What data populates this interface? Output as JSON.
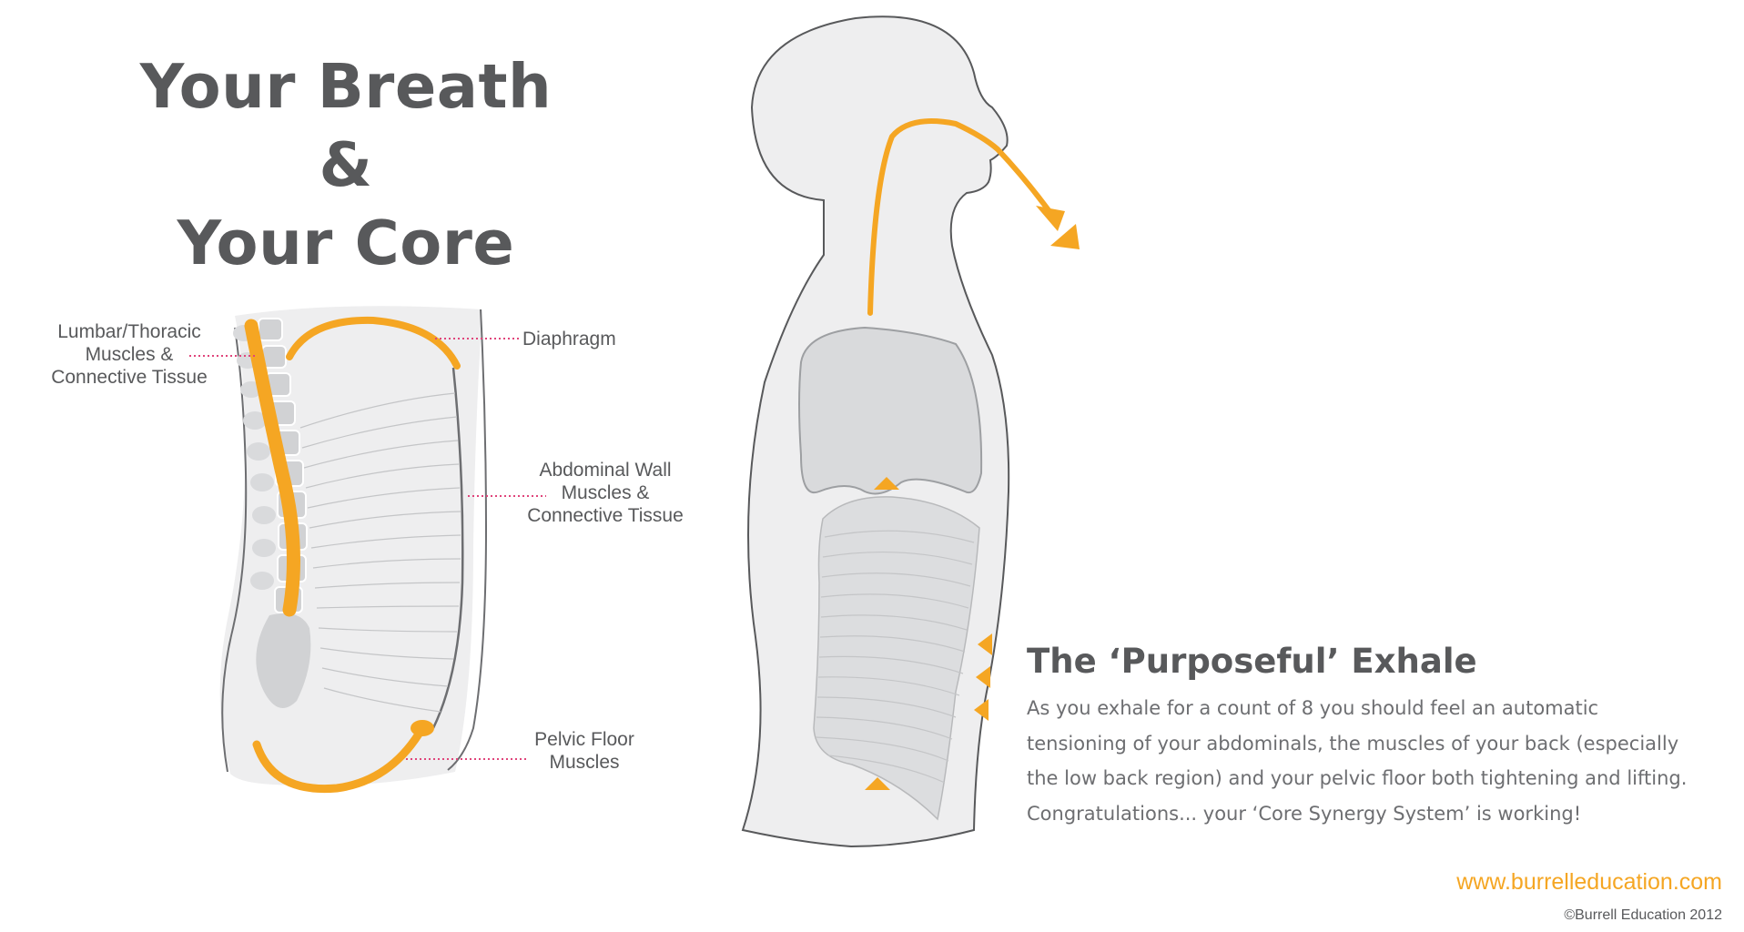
{
  "title": {
    "line1": "Your Breath &",
    "line2": "Your Core"
  },
  "labels": {
    "lumbar": [
      "Lumbar/Thoracic",
      "Muscles &",
      "Connective Tissue"
    ],
    "diaphragm": "Diaphragm",
    "abdominal": [
      "Abdominal Wall",
      "Muscles &",
      "Connective Tissue"
    ],
    "pelvic": [
      "Pelvic Floor",
      "Muscles"
    ]
  },
  "section": {
    "heading": "The ‘Purposeful’ Exhale",
    "lines": [
      "As you exhale for a count of 8 you should feel an automatic",
      "tensioning of your abdominals, the muscles of your back (especially",
      "the low back region) and your pelvic floor both tightening and lifting.",
      "Congratulations... your ‘Core Synergy System’ is working!"
    ]
  },
  "footer": {
    "website": "www.burrelleducation.com",
    "copyright": "©Burrell Education 2012"
  },
  "colors": {
    "accent": "#f5a623",
    "text": "#58595b",
    "leader": "#e0457b",
    "fill": "#eeeeef"
  },
  "icons": [
    "exhale-arrow-icon",
    "diaphragm-up-arrow-icon",
    "abdominal-in-arrow-icon",
    "pelvic-up-arrow-icon"
  ]
}
